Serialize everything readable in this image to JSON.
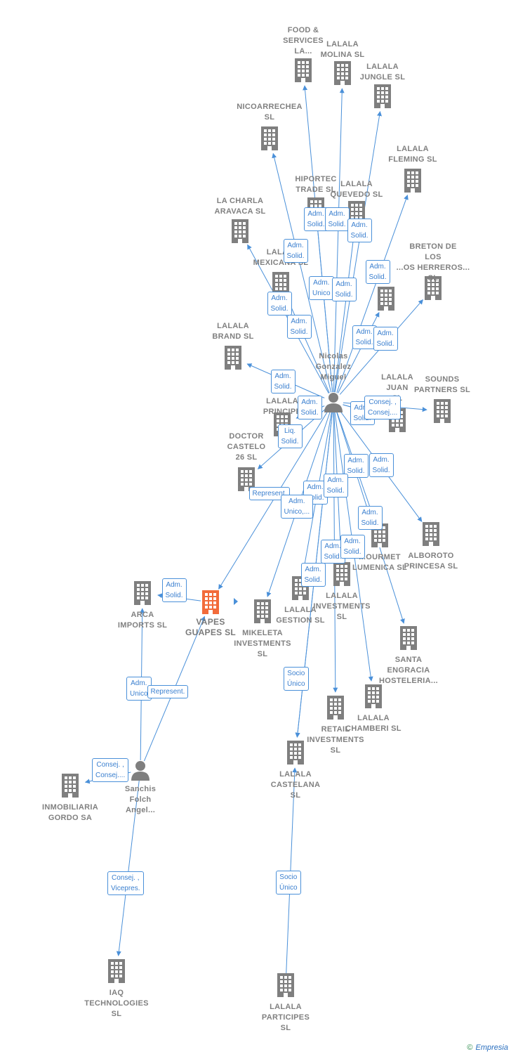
{
  "nodes": [
    {
      "id": "food",
      "label": [
        "FOOD &",
        "SERVICES",
        "LA..."
      ],
      "type": "company"
    },
    {
      "id": "molina",
      "label": [
        "LALALA",
        "MOLINA  SL"
      ],
      "type": "company"
    },
    {
      "id": "jungle",
      "label": [
        "LALALA",
        "JUNGLE  SL"
      ],
      "type": "company"
    },
    {
      "id": "nicoarrechea",
      "label": [
        "NICOARRECHEA",
        "SL"
      ],
      "type": "company"
    },
    {
      "id": "fleming",
      "label": [
        "LALALA",
        "FLEMING  SL"
      ],
      "type": "company"
    },
    {
      "id": "hiportec",
      "label": [
        "HIPORTEC",
        "TRADE  SL"
      ],
      "type": "company"
    },
    {
      "id": "quevedo",
      "label": [
        "LALALA",
        "QUEVEDO  SL"
      ],
      "type": "company"
    },
    {
      "id": "charla",
      "label": [
        "LA CHARLA",
        "ARAVACA  SL"
      ],
      "type": "company"
    },
    {
      "id": "mexicana",
      "label": [
        "LALA...",
        "MEXICANA  SL"
      ],
      "type": "company"
    },
    {
      "id": "breton",
      "label": [
        "BRETON DE",
        "LOS",
        "...OS HERREROS...",
        "SL"
      ],
      "type": "company"
    },
    {
      "id": "unnamed1",
      "label": [],
      "type": "company"
    },
    {
      "id": "brand",
      "label": [
        "LALALA",
        "BRAND  SL"
      ],
      "type": "company"
    },
    {
      "id": "principe",
      "label": [
        "LALALA",
        "PRINCIPE"
      ],
      "type": "company"
    },
    {
      "id": "juan",
      "label": [
        "LALALA",
        "JUAN",
        "SL"
      ],
      "type": "company"
    },
    {
      "id": "sounds",
      "label": [
        "SOUNDS",
        "PARTNERS  SL"
      ],
      "type": "company"
    },
    {
      "id": "castelo",
      "label": [
        "DOCTOR",
        "CASTELO",
        "26  SL"
      ],
      "type": "company"
    },
    {
      "id": "gourmet",
      "label": [
        "...OURMET",
        "LUMENICA  SL"
      ],
      "type": "company"
    },
    {
      "id": "alboroto",
      "label": [
        "ALBOROTO",
        "PRINCESA  SL"
      ],
      "type": "company"
    },
    {
      "id": "arca",
      "label": [
        "ARCA",
        "IMPORTS  SL"
      ],
      "type": "company"
    },
    {
      "id": "vapes",
      "label": [
        "VAPES",
        "GUAPES  SL"
      ],
      "type": "main"
    },
    {
      "id": "mikeleta",
      "label": [
        "MIKELETA",
        "INVESTMENTS",
        "SL"
      ],
      "type": "company"
    },
    {
      "id": "gestion",
      "label": [
        "LALALA",
        "GESTION  SL"
      ],
      "type": "company"
    },
    {
      "id": "investments",
      "label": [
        "LALALA",
        "INVESTMENTS",
        "SL"
      ],
      "type": "company"
    },
    {
      "id": "engracia",
      "label": [
        "SANTA",
        "ENGRACIA",
        "HOSTELERIA..."
      ],
      "type": "company"
    },
    {
      "id": "retail",
      "label": [
        "RETAIL",
        "INVESTMENTS",
        "SL"
      ],
      "type": "company"
    },
    {
      "id": "chamberi",
      "label": [
        "LALALA",
        "CHAMBERI  SL"
      ],
      "type": "company"
    },
    {
      "id": "castelana",
      "label": [
        "LALALA",
        "CASTELANA",
        "SL"
      ],
      "type": "company"
    },
    {
      "id": "gordo",
      "label": [
        "INMOBILIARIA",
        "GORDO SA"
      ],
      "type": "company"
    },
    {
      "id": "iaq",
      "label": [
        "IAQ",
        "TECHNOLOGIES",
        "SL"
      ],
      "type": "company"
    },
    {
      "id": "participes",
      "label": [
        "LALALA",
        "PARTICIPES",
        "SL"
      ],
      "type": "company"
    },
    {
      "id": "nicolas",
      "label": [
        "Nicolas",
        "Gonzalez",
        "Miguel"
      ],
      "type": "person"
    },
    {
      "id": "sanchis",
      "label": [
        "Sanchis",
        "Folch",
        "Angel..."
      ],
      "type": "person"
    }
  ],
  "roles": [
    [
      "Adm.",
      "Solid."
    ],
    [
      "Adm.",
      "Solid."
    ],
    [
      "Adm.",
      "Solid."
    ],
    [
      "Adm.",
      "Solid."
    ],
    [
      "Adm.",
      "Solid."
    ],
    [
      "Adm.",
      "Solid."
    ],
    [
      "Adm.",
      "Unico"
    ],
    [
      "Adm.",
      "Solid."
    ],
    [
      "Adm.",
      "Solid."
    ],
    [
      "Adm.",
      "Solid."
    ],
    [
      "Adm.",
      "Solid."
    ],
    [
      "Adm.",
      "Solid."
    ],
    [
      "Adm.",
      "Solid."
    ],
    [
      "Adm.",
      "Solid."
    ],
    [
      "Consej. ,",
      "Consej...."
    ],
    [
      "Adm.",
      "Solid."
    ],
    [
      "Liq.",
      "Solid."
    ],
    [
      "Adm.",
      "Solid."
    ],
    [
      "Adm.",
      "Solid."
    ],
    [
      "Represent."
    ],
    [
      "Adm.",
      "Solid."
    ],
    [
      "Adm.",
      "Solid."
    ],
    [
      "Adm.",
      "Unico,..."
    ],
    [
      "Adm.",
      "Solid."
    ],
    [
      "Adm.",
      "Solid."
    ],
    [
      "Adm.",
      "Solid."
    ],
    [
      "Adm.",
      "Solid."
    ],
    [
      "Adm.",
      "Solid."
    ],
    [
      "Adm.",
      "Solid."
    ],
    [
      "Socio",
      "Único"
    ],
    [
      "Adm.",
      "Unico"
    ],
    [
      "Represent."
    ],
    [
      "Consej. ,",
      "Consej...."
    ],
    [
      "Consej. ,",
      "Vicepres."
    ],
    [
      "Socio",
      "Único"
    ]
  ],
  "colors": {
    "edge": "#4a90d9",
    "company": "#7f7f7f",
    "main": "#f26b3a",
    "label": "#808080"
  },
  "credit": {
    "copyright": "©",
    "brand": "Empresia"
  }
}
